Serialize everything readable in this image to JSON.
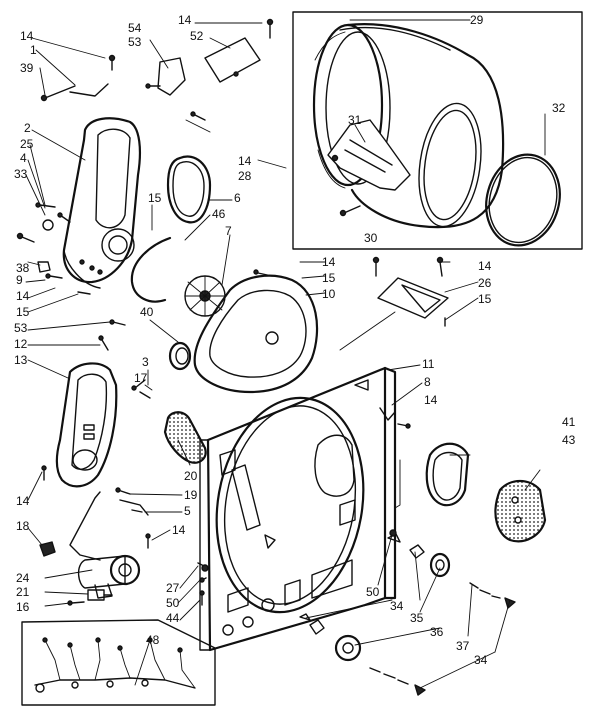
{
  "callouts": [
    "14",
    "1",
    "39",
    "54",
    "53",
    "14",
    "52",
    "29",
    "32",
    "31",
    "2",
    "25",
    "4",
    "33",
    "15",
    "6",
    "46",
    "14",
    "28",
    "30",
    "7",
    "38",
    "9",
    "14",
    "15",
    "14",
    "15",
    "10",
    "14",
    "26",
    "15",
    "53",
    "12",
    "40",
    "13",
    "3",
    "17",
    "11",
    "8",
    "14",
    "20",
    "19",
    "5",
    "41",
    "43",
    "14",
    "18",
    "14",
    "24",
    "21",
    "16",
    "27",
    "50",
    "44",
    "50",
    "34",
    "35",
    "36",
    "37",
    "34",
    "48"
  ]
}
